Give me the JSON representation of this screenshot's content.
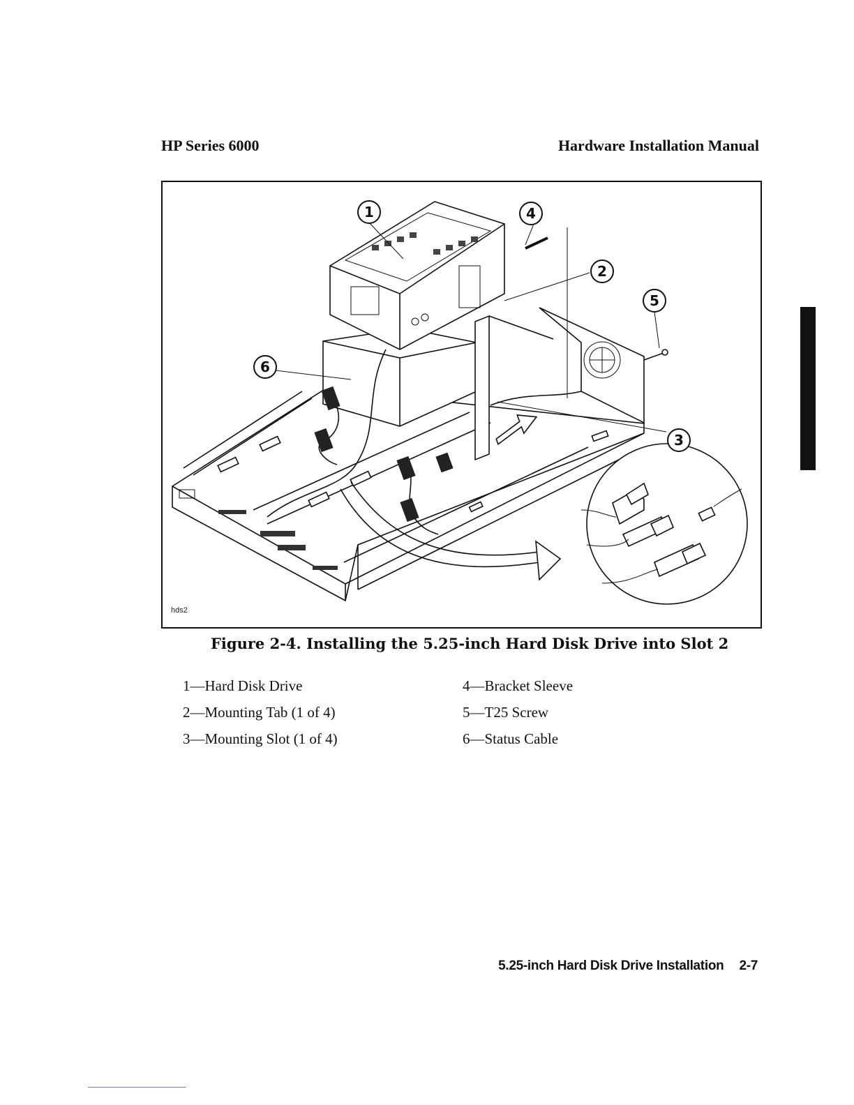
{
  "header": {
    "left": "HP Series 6000",
    "right": "Hardware Installation Manual"
  },
  "figure": {
    "id_label": "hds2",
    "callouts": [
      "1",
      "2",
      "3",
      "4",
      "5",
      "6"
    ],
    "caption": "Figure 2-4. Installing the 5.25-inch Hard Disk Drive into Slot 2"
  },
  "legend": {
    "left": [
      "1—Hard Disk Drive",
      "2—Mounting Tab (1 of 4)",
      "3—Mounting Slot (1 of 4)"
    ],
    "right": [
      "4—Bracket Sleeve",
      "5—T25 Screw",
      "6—Status Cable"
    ]
  },
  "footer": {
    "section": "5.25-inch Hard Disk Drive Installation",
    "page": "2-7"
  }
}
